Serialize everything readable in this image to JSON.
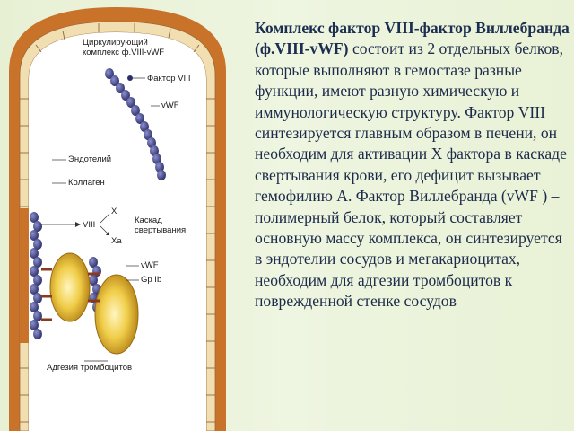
{
  "diagram": {
    "labels": {
      "circulating_1": "Циркулирующий",
      "circulating_2": "комплекс ф.VIII-vWF",
      "factor_viii": "Фактор VIII",
      "vwf_top": "vWF",
      "endothelium": "Эндотелий",
      "collagen": "Коллаген",
      "x": "X",
      "viii": "VIII",
      "xa": "Xa",
      "cascade_1": "Каскад",
      "cascade_2": "свертывания",
      "vwf_bottom": "vWF",
      "gp_ib": "Gp Ib",
      "adhesion": "Адгезия  тромбоцитов"
    }
  },
  "text": {
    "bold_lead": "Комплекс фактор VIII-фактор Виллебранда (ф.VIII-vWF)",
    "body": " состоит из 2 отдельных белков, которые выполняют в гемостазе разные функции, имеют разную химическую и иммунологическую структуру. Фактор VIII синтезируется главным образом в печени, он необходим для активации X фактора в каскаде свертывания крови, его дефицит вызывает гемофилию А. Фактор Виллебранда (vWF ) – полимерный белок, который составляет основную массу комплекса, он синтезируется в эндотелии сосудов и мегакариоцитах, необходим для адгезии тромбоцитов к поврежденной стенке сосудов"
  },
  "colors": {
    "vessel_outer": "#c8722a",
    "endothelium_cells": "#f3e2b8",
    "vwf_chain": "#4a4e8a",
    "platelet": "#e2b82e"
  }
}
